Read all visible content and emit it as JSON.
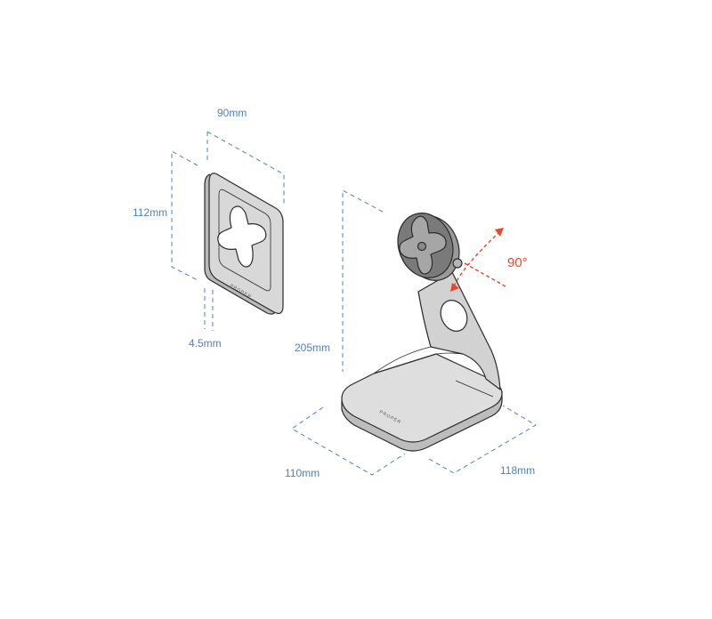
{
  "plate": {
    "width_label": "90mm",
    "height_label": "112mm",
    "thickness_label": "4.5mm",
    "brand": "PROPER"
  },
  "stand": {
    "height_label": "205mm",
    "depth_label": "110mm",
    "width_label": "118mm",
    "rotation_label": "90°",
    "brand": "PROPER"
  },
  "colors": {
    "dimension": "#4f80bd",
    "rotation": "#e8472a",
    "body": "#d8d8d8",
    "puck": "#6e6e6e"
  }
}
